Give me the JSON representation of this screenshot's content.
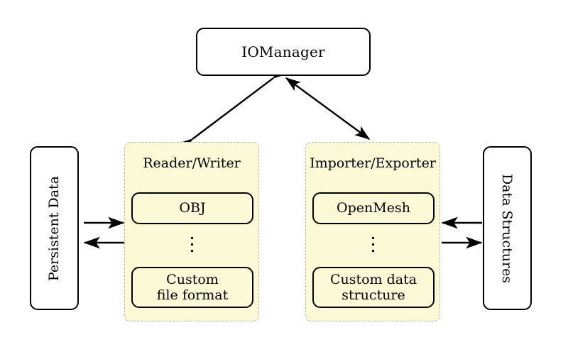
{
  "diagram": {
    "title_node": {
      "label": "IOManager"
    },
    "left_store": {
      "label": "Persistent Data"
    },
    "right_store": {
      "label": "Data Structures"
    },
    "groups": [
      {
        "id": "reader-writer",
        "title": "Reader/Writer",
        "items": [
          {
            "label": "OBJ"
          },
          {
            "label": "Custom\nfile format",
            "line1": "Custom",
            "line2": "file format"
          }
        ],
        "ellipsis": "⋮"
      },
      {
        "id": "importer-exporter",
        "title": "Importer/Exporter",
        "items": [
          {
            "label": "OpenMesh"
          },
          {
            "label": "Custom data\nstructure",
            "line1": "Custom data",
            "line2": "structure"
          }
        ],
        "ellipsis": "⋮"
      }
    ],
    "connections": [
      {
        "id": "manager-to-reader-writer",
        "type": "double-arrow"
      },
      {
        "id": "manager-to-importer-exporter",
        "type": "double-arrow"
      },
      {
        "id": "persistent-data-to-reader",
        "type": "arrow-right"
      },
      {
        "id": "writer-to-persistent-data",
        "type": "arrow-left"
      },
      {
        "id": "data-structures-to-importer",
        "type": "arrow-left"
      },
      {
        "id": "exporter-to-data-structures",
        "type": "arrow-right"
      }
    ],
    "colors": {
      "panel_fill": "#fcf9d7",
      "panel_border": "#b5b5b5",
      "stroke": "#000000",
      "background": "#ffffff"
    }
  }
}
